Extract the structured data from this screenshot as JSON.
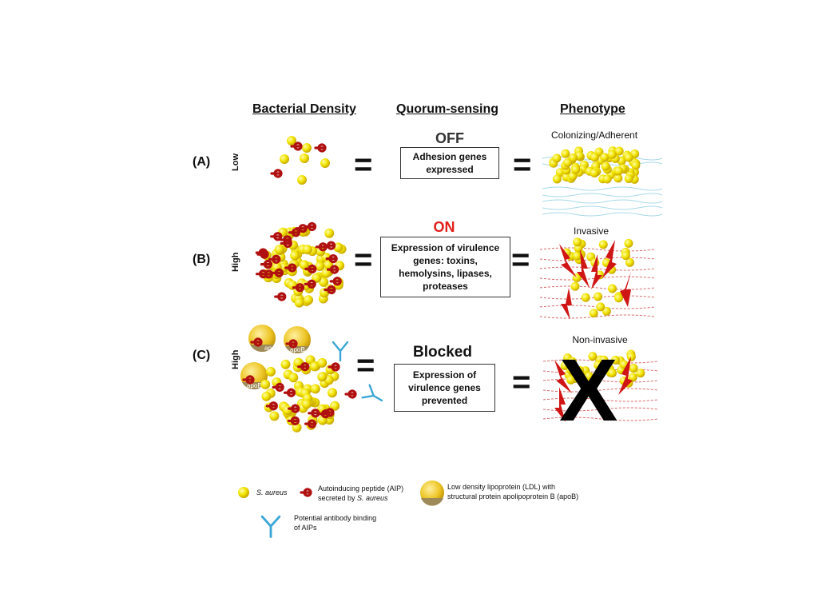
{
  "headers": {
    "density": "Bacterial Density",
    "quorum": "Quorum-sensing",
    "phenotype": "Phenotype"
  },
  "rows": [
    {
      "label": "(A)",
      "density": "Low",
      "state": "OFF",
      "state_color": "#333333",
      "box_text": "Adhesion genes expressed",
      "phenotype": "Colonizing/Adherent"
    },
    {
      "label": "(B)",
      "density": "High",
      "state": "ON",
      "state_color": "#e0201a",
      "box_text": "Expression of virulence genes: toxins, hemolysins, lipases, proteases",
      "phenotype": "Invasive"
    },
    {
      "label": "(C)",
      "density": "High",
      "state": "Blocked",
      "state_color": "#111111",
      "box_text": "Expression of virulence genes prevented",
      "phenotype": "Non-invasive"
    }
  ],
  "equals": "=",
  "apob_label": "apoB",
  "blocked_mark": "X",
  "legend": {
    "s_aureus": "S. aureus",
    "aip_line1": "Autoinducing peptide (AIP)",
    "aip_line2_prefix": "secreted by ",
    "aip_line2_species": "S. aureus",
    "ldl": "Low density lipoprotein (LDL) with structural protein apolipoprotein B (apoB)",
    "antibody": "Potential antibody binding of AIPs"
  },
  "colors": {
    "bacteria": "#f2e600",
    "bacteria_stroke": "#b59a00",
    "aip": "#b01010",
    "ldl": "#e8c21a",
    "apob": "#9e8a58",
    "antibody": "#3aa6d6",
    "tissue_line": "#9fd3e3",
    "tissue_red": "#c44"
  }
}
